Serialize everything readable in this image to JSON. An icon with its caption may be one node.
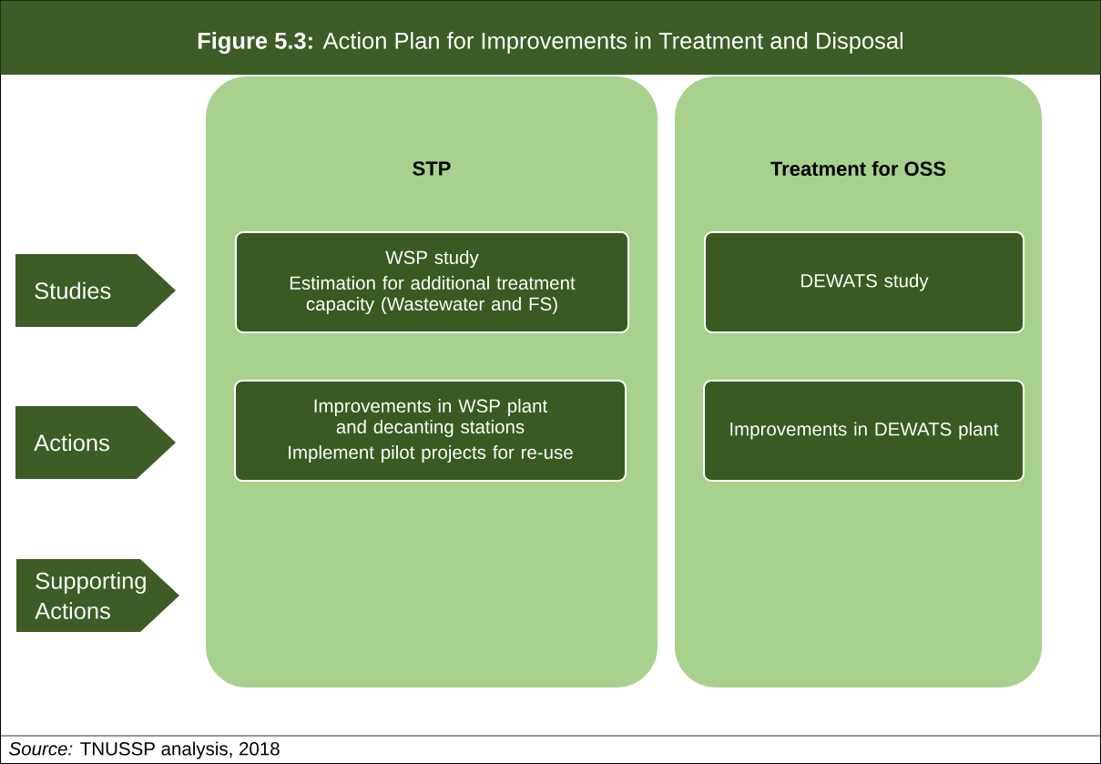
{
  "diagram": {
    "title": "**Figure 5.3:** Action Plan for Improvements in Treatment and Disposal",
    "caption": "*Source:* TNUSSP analysis, 2018",
    "nodes": [
      {
        "text": [
          "Studies"
        ]
      },
      {
        "text": [
          "Actions"
        ]
      },
      {
        "text": [
          "Supporting Actions"
        ]
      },
      {
        "text": [
          "STP"
        ]
      },
      {
        "text": [
          "Treatment for OSS"
        ]
      },
      {
        "text": [
          "WSP study",
          "Estimation for additional treatment capacity (Wastewater and FS)"
        ],
        "in": 3
      },
      {
        "text": [
          "DEWATS study"
        ],
        "in": 4
      },
      {
        "text": [
          "Improvements in WSP plant and decanting stations",
          "Implement pilot projects for re-use"
        ],
        "in": 3
      },
      {
        "text": [
          "Improvements in DEWATS plant"
        ],
        "in": 4
      }
    ],
    "edges": []
  }
}
